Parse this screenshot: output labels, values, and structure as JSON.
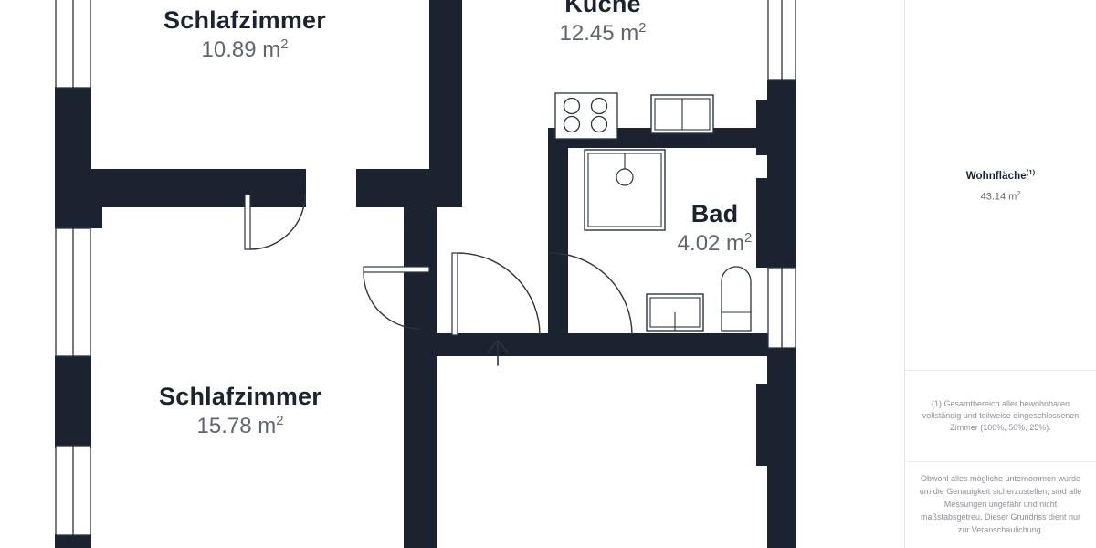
{
  "plan": {
    "wall_color": "#1b2330",
    "background": "#ffffff",
    "line_color": "#2b3340",
    "rooms": [
      {
        "id": "schlafzimmer-1",
        "name": "Schlafzimmer",
        "area": "10.89 m",
        "area_unit": "2"
      },
      {
        "id": "kueche",
        "name": "Küche",
        "area": "12.45 m",
        "area_unit": "2"
      },
      {
        "id": "bad",
        "name": "Bad",
        "area": "4.02 m",
        "area_unit": "2"
      },
      {
        "id": "schlafzimmer-2",
        "name": "Schlafzimmer",
        "area": "15.78 m",
        "area_unit": "2"
      }
    ],
    "fixtures": [
      "stove-4-burner",
      "kitchen-counter",
      "shower-tray-with-drain",
      "bathroom-sink",
      "toilet"
    ],
    "doors": [
      "bedroom-1-door",
      "hallway-door-left",
      "hallway-door-right",
      "bathroom-door"
    ],
    "entrance_marker": "entrance-arrow-up",
    "windows": [
      "left-wall-window-top",
      "left-wall-window-middle",
      "left-wall-window-bottom",
      "right-wall-window-top",
      "right-wall-window-bottom"
    ]
  },
  "sidebar": {
    "summary": {
      "title": "Wohnfläche",
      "title_superscript": "(1)",
      "value": "43.14 m",
      "value_unit": "2"
    },
    "footnote": "(1) Gesamtbereich aller bewohnbaren vollständig und teilweise eingeschlossenen Zimmer (100%, 50%, 25%).",
    "disclaimer": "Obwohl alles mögliche unternommen wurde um die Genauigkeit sicherzustellen, sind alle Messungen ungefähr und nicht maßstabsgetreu. Dieser Grundriss dient nur zur Veranschaulichung."
  }
}
